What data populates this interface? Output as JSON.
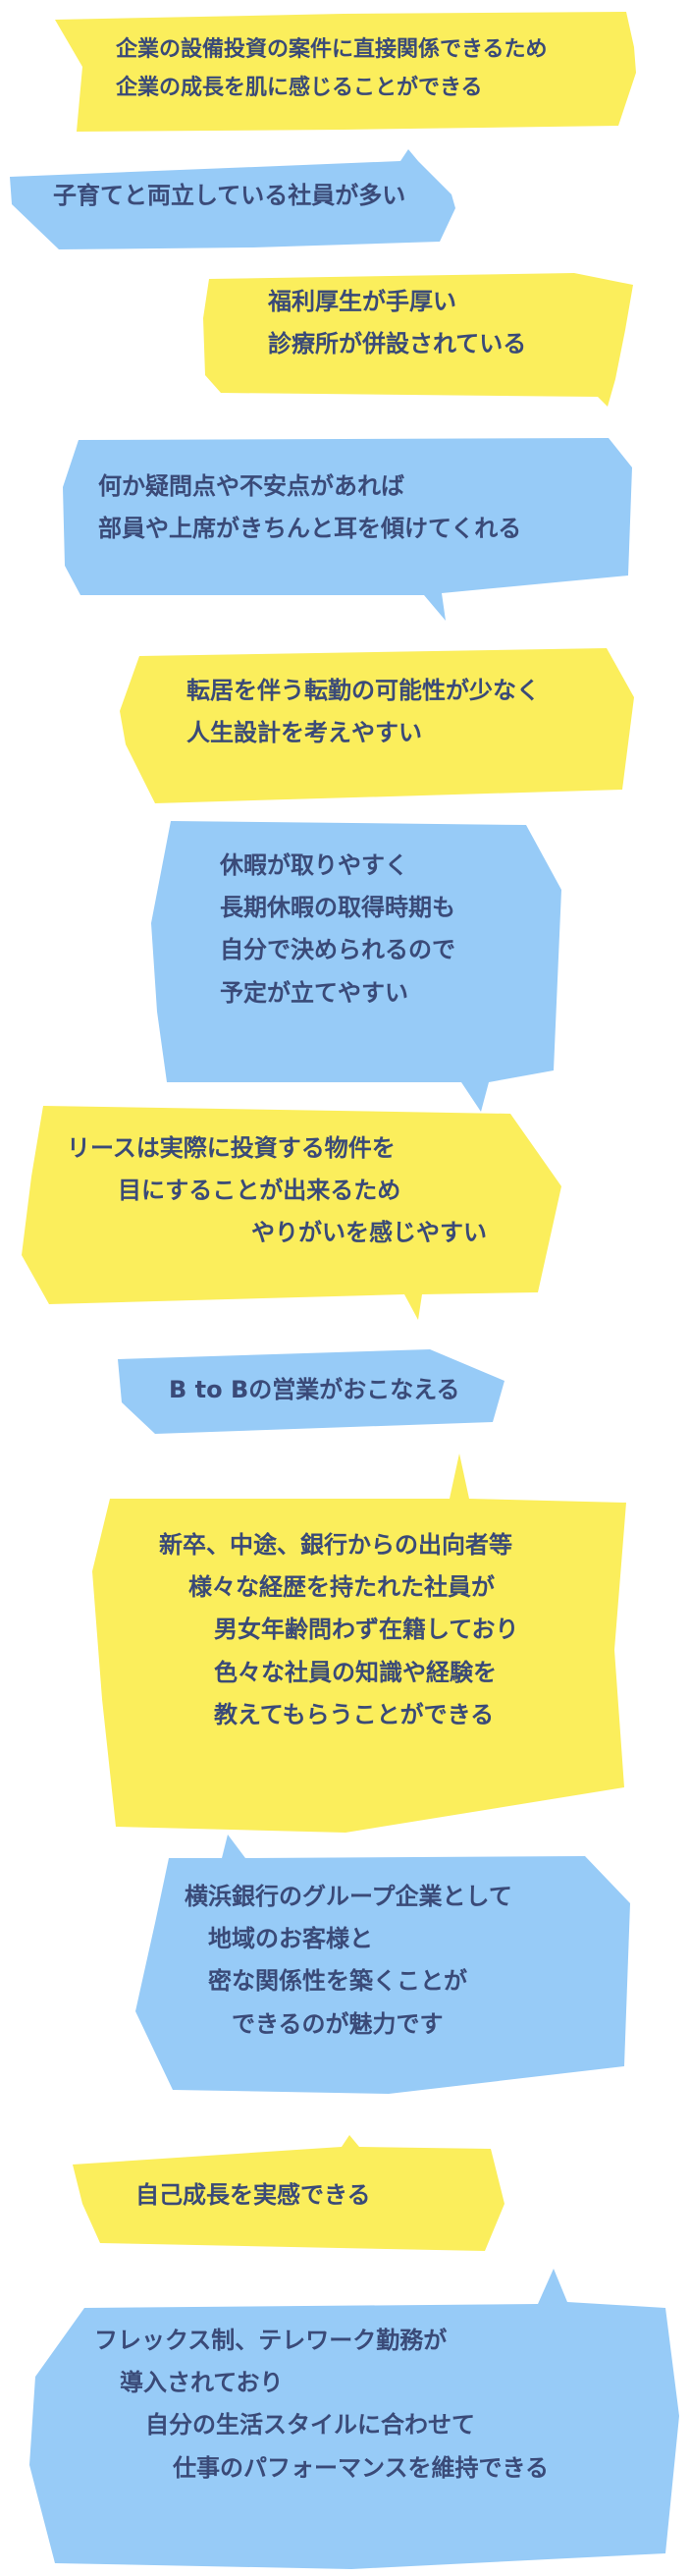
{
  "colors": {
    "yellow": "#fbee5c",
    "blue": "#97cbf7",
    "text": "#3a4a78"
  },
  "bubbles": [
    {
      "color": "yellow",
      "lines": [
        "企業の設備投資の案件に直接関係できるため",
        "企業の成長を肌に感じることができる"
      ]
    },
    {
      "color": "blue",
      "lines": [
        "子育てと両立している社員が多い"
      ]
    },
    {
      "color": "yellow",
      "lines": [
        "福利厚生が手厚い",
        "診療所が併設されている"
      ]
    },
    {
      "color": "blue",
      "lines": [
        "何か疑問点や不安点があれば",
        "部員や上席がきちんと耳を傾けてくれる"
      ]
    },
    {
      "color": "yellow",
      "lines": [
        "転居を伴う転勤の可能性が少なく",
        "人生設計を考えやすい"
      ]
    },
    {
      "color": "blue",
      "lines": [
        "休暇が取りやすく",
        "長期休暇の取得時期も",
        "自分で決められるので",
        "予定が立てやすい"
      ]
    },
    {
      "color": "yellow",
      "lines": [
        "リースは実際に投資する物件を",
        "目にすることが出来るため",
        "やりがいを感じやすい"
      ]
    },
    {
      "color": "blue",
      "lines": [
        "B to Bの営業がおこなえる"
      ]
    },
    {
      "color": "yellow",
      "lines": [
        "新卒、中途、銀行からの出向者等",
        "様々な経歴を持たれた社員が",
        "男女年齢問わず在籍しており",
        "色々な社員の知識や経験を",
        "教えてもらうことができる"
      ]
    },
    {
      "color": "blue",
      "lines": [
        "横浜銀行のグループ企業として",
        "地域のお客様と",
        "密な関係性を築くことが",
        "できるのが魅力です"
      ]
    },
    {
      "color": "yellow",
      "lines": [
        "自己成長を実感できる"
      ]
    },
    {
      "color": "blue",
      "lines": [
        "フレックス制、テレワーク勤務が",
        "導入されており",
        "自分の生活スタイルに合わせて",
        "仕事のパフォーマンスを維持できる"
      ]
    }
  ]
}
